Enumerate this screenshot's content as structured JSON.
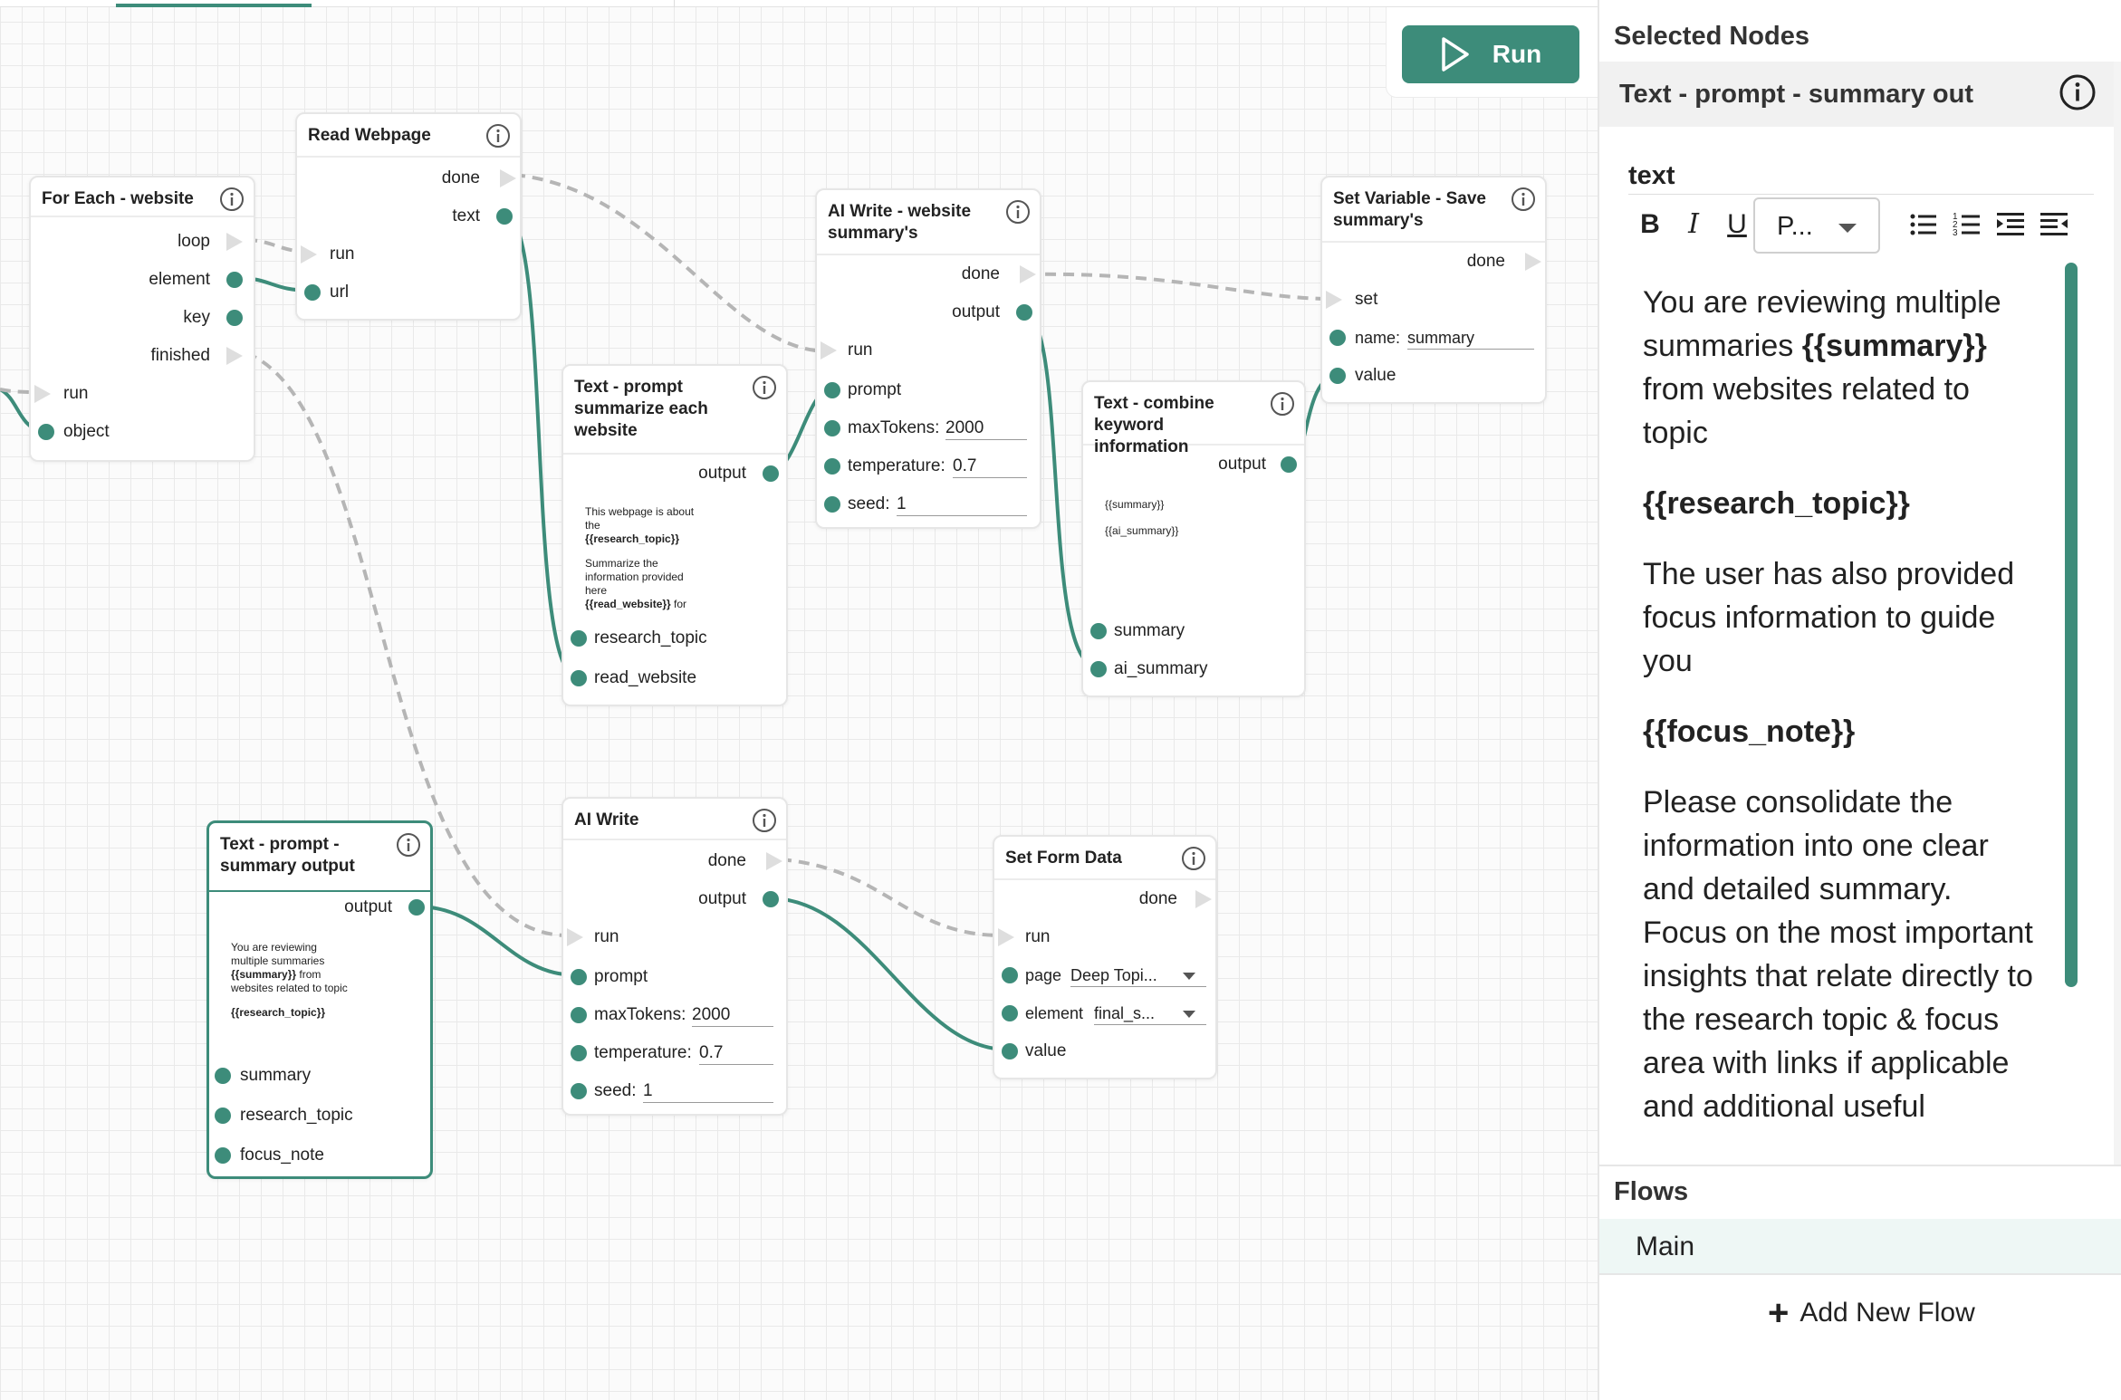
{
  "run": {
    "label": "Run"
  },
  "sidebar": {
    "selected_title": "Selected Nodes",
    "selected_node": "Text - prompt - summary out",
    "field_label": "text",
    "toolbar": {
      "bold": "B",
      "italic": "I",
      "underline": "U",
      "paragraph": "P..."
    },
    "editor": {
      "p1_a": "You are reviewing multiple summaries ",
      "p1_b": "{{summary}}",
      "p1_c": " from websites related to topic",
      "p2": "{{research_topic}}",
      "p3": "The user has also provided focus information to guide you",
      "p4": "{{focus_note}}",
      "p5": "Please consolidate the information into one clear and detailed summary. Focus on the most important insights that relate directly to the research topic & focus area with links if applicable and additional useful"
    },
    "flows_title": "Flows",
    "flows": [
      "Main"
    ],
    "add_flow": "Add New Flow"
  },
  "nodes": {
    "foreach": {
      "title": "For Each - website",
      "pins": [
        "loop",
        "element",
        "key",
        "finished",
        "run",
        "object"
      ]
    },
    "readweb": {
      "title": "Read Webpage",
      "pins": [
        "done",
        "text",
        "run",
        "url"
      ]
    },
    "textprompt1": {
      "title": "Text - prompt summarize each website",
      "output": "output",
      "preview": [
        "This webpage is about the",
        "{{research_topic}}",
        "Summarize the information provided here",
        "{{read_website}}",
        " for"
      ],
      "pins": [
        "research_topic",
        "read_website"
      ]
    },
    "aiwrite1": {
      "title": "AI Write - website summary's",
      "pins": [
        "done",
        "output",
        "run",
        "prompt"
      ],
      "fields": [
        {
          "label": "maxTokens:",
          "value": "2000"
        },
        {
          "label": "temperature:",
          "value": "0.7"
        },
        {
          "label": "seed:",
          "value": "1"
        }
      ]
    },
    "combine": {
      "title": "Text - combine keyword information",
      "output": "output",
      "preview": [
        "{{summary}}",
        "{{ai_summary}}"
      ],
      "pins": [
        "summary",
        "ai_summary"
      ]
    },
    "setvar": {
      "title": "Set Variable - Save summary's",
      "pins": [
        "done",
        "set",
        "value"
      ],
      "field": {
        "label": "name:",
        "value": "summary"
      }
    },
    "summaryout": {
      "title": "Text - prompt - summary output",
      "output": "output",
      "preview": [
        "You are reviewing multiple summaries",
        "{{summary}}",
        " from websites related to topic",
        "{{research_topic}}"
      ],
      "pins": [
        "summary",
        "research_topic",
        "focus_note"
      ]
    },
    "aiwrite2": {
      "title": "AI Write",
      "pins": [
        "done",
        "output",
        "run",
        "prompt"
      ],
      "fields": [
        {
          "label": "maxTokens:",
          "value": "2000"
        },
        {
          "label": "temperature:",
          "value": "0.7"
        },
        {
          "label": "seed:",
          "value": "1"
        }
      ]
    },
    "setform": {
      "title": "Set Form Data",
      "pins": [
        "done",
        "run",
        "value"
      ],
      "selects": [
        {
          "label": "page",
          "value": "Deep Topi..."
        },
        {
          "label": "element",
          "value": "final_s..."
        }
      ]
    }
  },
  "colors": {
    "accent": "#3d8c7a",
    "wire_exec": "#b5b5b5",
    "exec_pin": "#dedede"
  }
}
